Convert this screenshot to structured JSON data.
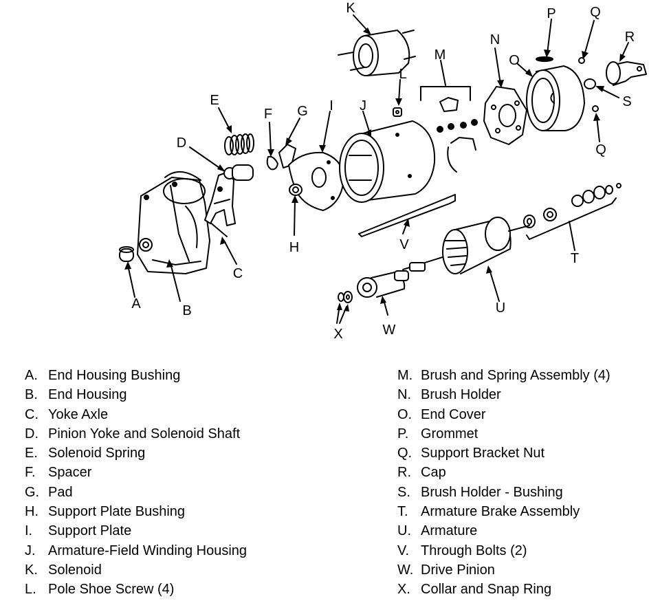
{
  "callouts": {
    "A": "A",
    "B": "B",
    "C": "C",
    "D": "D",
    "E": "E",
    "F": "F",
    "G": "G",
    "H": "H",
    "I": "I",
    "J": "J",
    "K": "K",
    "L": "L",
    "M": "M",
    "N": "N",
    "O": "O",
    "P": "P",
    "Q": "Q",
    "R": "R",
    "S": "S",
    "T": "T",
    "U": "U",
    "V": "V",
    "W": "W",
    "X": "X"
  },
  "legend": {
    "left": [
      {
        "key": "A.",
        "label": "End Housing Bushing"
      },
      {
        "key": "B.",
        "label": "End Housing"
      },
      {
        "key": "C.",
        "label": "Yoke Axle"
      },
      {
        "key": "D.",
        "label": "Pinion Yoke and Solenoid Shaft"
      },
      {
        "key": "E.",
        "label": "Solenoid Spring"
      },
      {
        "key": "F.",
        "label": "Spacer"
      },
      {
        "key": "G.",
        "label": "Pad"
      },
      {
        "key": "H.",
        "label": "Support Plate Bushing"
      },
      {
        "key": "I.",
        "label": "Support Plate"
      },
      {
        "key": "J.",
        "label": "Armature-Field Winding Housing"
      },
      {
        "key": "K.",
        "label": "Solenoid"
      },
      {
        "key": "L.",
        "label": "Pole Shoe Screw (4)"
      }
    ],
    "right": [
      {
        "key": "M.",
        "label": "Brush and Spring Assembly (4)"
      },
      {
        "key": "N.",
        "label": "Brush Holder"
      },
      {
        "key": "O.",
        "label": "End Cover"
      },
      {
        "key": "P.",
        "label": "Grommet"
      },
      {
        "key": "Q.",
        "label": "Support Bracket Nut"
      },
      {
        "key": "R.",
        "label": "Cap"
      },
      {
        "key": "S.",
        "label": "Brush Holder - Bushing"
      },
      {
        "key": "T.",
        "label": "Armature Brake Assembly"
      },
      {
        "key": "U.",
        "label": "Armature"
      },
      {
        "key": "V.",
        "label": "Through Bolts (2)"
      },
      {
        "key": "W.",
        "label": "Drive Pinion"
      },
      {
        "key": "X.",
        "label": "Collar and Snap Ring"
      }
    ]
  }
}
